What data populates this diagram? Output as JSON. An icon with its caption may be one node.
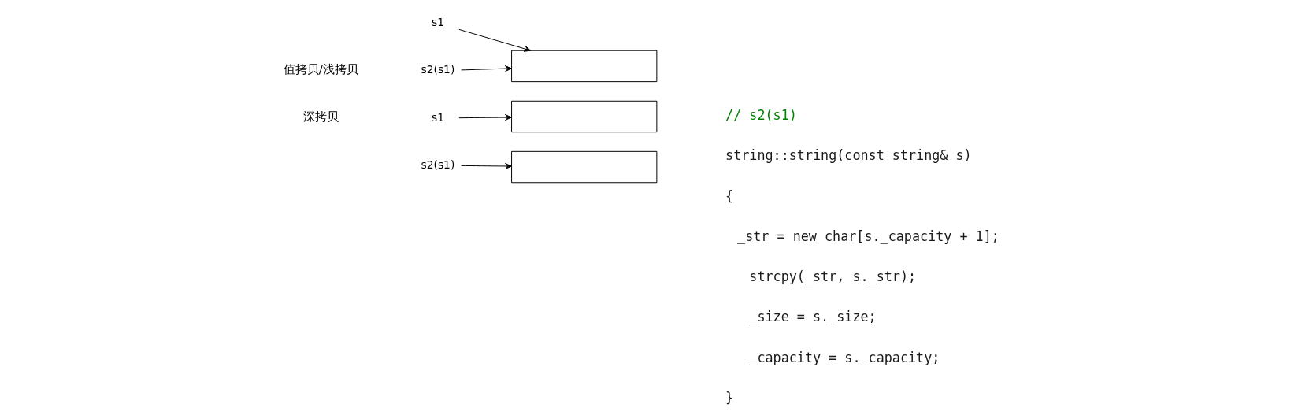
{
  "diagram": {
    "nodes": [
      {
        "text": [
          "s1"
        ]
      },
      {
        "text": [],
        "shape": "box"
      },
      {
        "text": [
          "s2(s1)"
        ]
      },
      {
        "text": [
          "s1"
        ]
      },
      {
        "text": [],
        "shape": "box"
      },
      {
        "text": [
          "s2(s1)"
        ]
      },
      {
        "text": [],
        "shape": "box"
      }
    ],
    "edges": [
      {
        "from": 0,
        "to": 1,
        "arrow": "to"
      },
      {
        "from": 2,
        "to": 1,
        "arrow": "to"
      },
      {
        "from": 3,
        "to": 4,
        "arrow": "to"
      },
      {
        "from": 5,
        "to": 6,
        "arrow": "to"
      }
    ],
    "labels": [
      "值拷贝/浅拷贝",
      "深拷贝",
      "// s2(s1)",
      "string::string(const string& s)",
      "{",
      "_str = new char[s._capacity + 1];",
      "strcpy(_str, s._str);",
      "_size = s._size;",
      "_capacity = s._capacity;",
      "}"
    ]
  }
}
